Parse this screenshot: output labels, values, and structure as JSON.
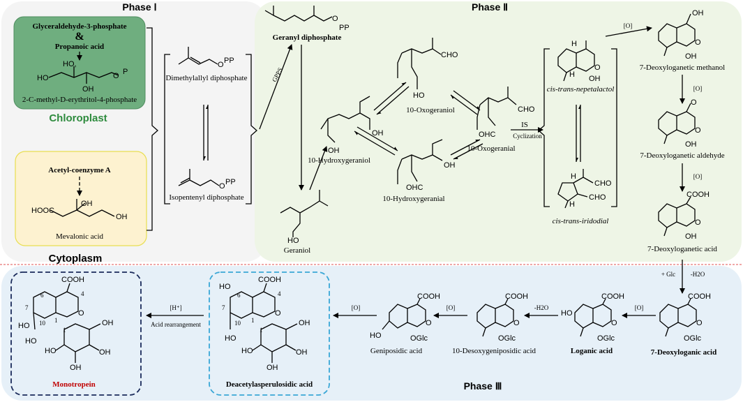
{
  "phases": {
    "phase1": "Phase Ⅰ",
    "phase2": "Phase Ⅱ",
    "phase3": "Phase Ⅲ"
  },
  "locations": {
    "chloroplast": "Chloroplast",
    "cytoplasm": "Cytoplasm"
  },
  "colors": {
    "chloroplast_box": "#6fae7f",
    "chloroplast_text": "#2e8b3e",
    "cytoplasm_box": "#fdf2d0",
    "phase2_bg": "#eef5e6",
    "phase3_bg": "#e6f0f8",
    "monotropein_border": "#1a2a5a",
    "daa_border": "#3aa7d6",
    "monotropein_label": "#c00000",
    "divider": "#e05050"
  },
  "phase1": {
    "ga3p": "Glyceraldehyde-3-phosphate",
    "and": "&",
    "propanoic": "Propanoic acid",
    "mep": "2-C-methyl-D-erythritol-4-phosphate",
    "acetyl": "Acetyl-coenzyme A",
    "mevalonic": "Mevalonic acid",
    "dmapp": "Dimethylallyl diphosphate",
    "ipp": "Isopentenyl diphosphate",
    "ho": "HO",
    "ho_comma": "HO,",
    "oh": "OH",
    "o_p": "O",
    "p": "P",
    "hooc": "HOOC",
    "pp": "PP",
    "o": "O"
  },
  "phase2": {
    "gpps": "GPPS",
    "gdp": "Geranyl diphosphate",
    "geraniol": "Geraniol",
    "hydroxygeraniol": "10-Hydroxygeraniol",
    "oxogeraniol": "10-Oxogeraniol",
    "hydroxygeranial": "10-Hydroxygeranial",
    "oxogeranial": "10-Oxogeranial",
    "is": "IS",
    "cyclization": "Cyclization",
    "nepetalactol": "cis-trans-nepetalactol",
    "iridodial": "cis-trans-iridodial",
    "methanol": "7-Deoxyloganetic methanol",
    "aldehyde": "7-Deoxyloganetic aldehyde",
    "acid": "7-Deoxyloganetic acid",
    "ox": "[O]",
    "cho": "CHO",
    "ohc": "OHC",
    "cooh": "COOH",
    "h": "H"
  },
  "phase3": {
    "glc_step": "+ Glc",
    "h2o_step": "-H2O",
    "deoxyloganic": "7-Deoxyloganic acid",
    "loganic": "Loganic acid",
    "desoxygeniposidic": "10-Desoxygeniposidic acid",
    "geniposidic": "Geniposidic acid",
    "daa": "Deacetylasperulosidic acid",
    "monotropein": "Monotropein",
    "h_plus": "[H⁺]",
    "acid_rearr": "Acid rearrangement",
    "oglc": "OGlc",
    "n6": "6",
    "n7": "7",
    "n4": "4",
    "n1": "1",
    "n1p": "1`",
    "n10": "10"
  }
}
